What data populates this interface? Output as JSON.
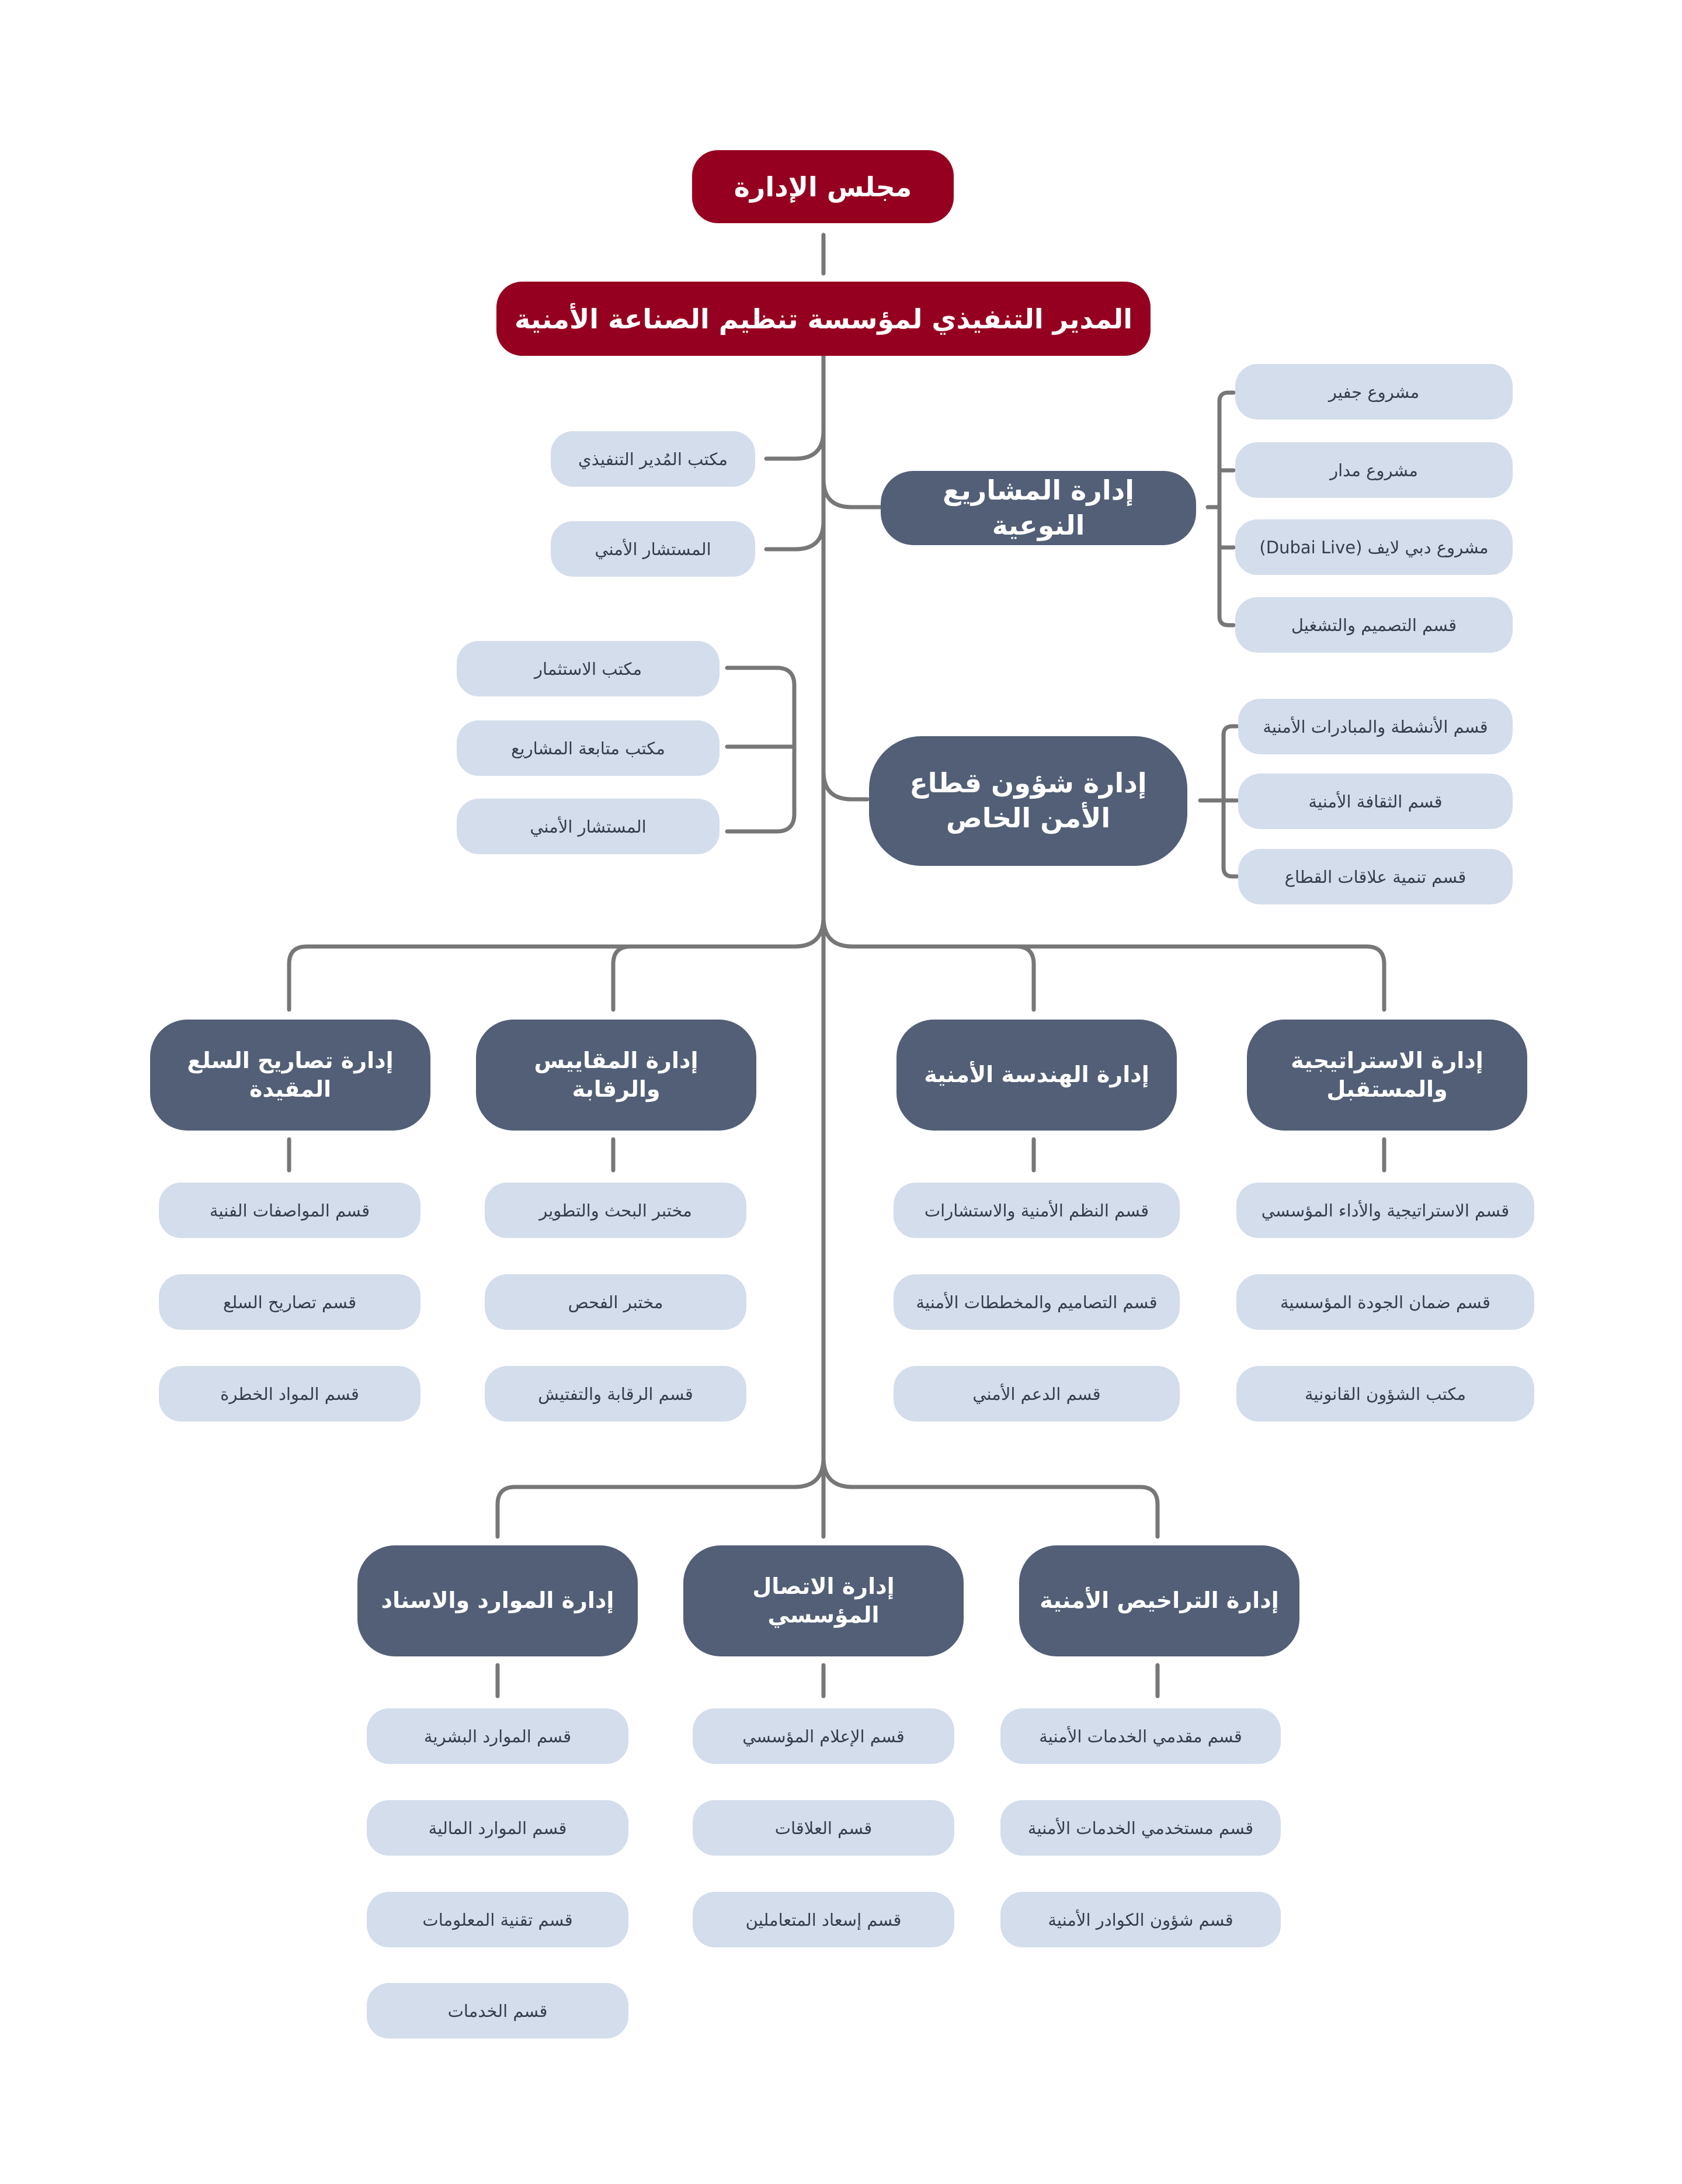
{
  "board": "مجلس الإدارة",
  "ceo": "المدير التنفيذي لمؤسسة تنظيم الصناعة الأمنية",
  "ceo_offices": [
    "مكتب المُدير التنفيذي",
    "المستشار الأمني"
  ],
  "special_projects": {
    "title": "إدارة المشاريع النوعية",
    "items": [
      "مشروع جفير",
      "مشروع مدار",
      "مشروع دبي لايف (Dubai Live)",
      "قسم التصميم والتشغيل"
    ]
  },
  "private_security": {
    "title": "إدارة شؤون قطاع الأمن الخاص",
    "offices": [
      "مكتب الاستثمار",
      "مكتب متابعة المشاريع",
      "المستشار الأمني"
    ],
    "items": [
      "قسم الأنشطة والمبادرات الأمنية",
      "قسم الثقافة الأمنية",
      "قسم تنمية علاقات القطاع"
    ]
  },
  "row1": [
    {
      "title": "إدارة تصاريح السلع المقيدة",
      "items": [
        "قسم المواصفات الفنية",
        "قسم تصاريح السلع",
        "قسم المواد الخطرة"
      ]
    },
    {
      "title": "إدارة المقاييس والرقابة",
      "items": [
        "مختبر البحث والتطوير",
        "مختبر الفحص",
        "قسم الرقابة والتفتيش"
      ]
    },
    {
      "title": "إدارة الهندسة الأمنية",
      "items": [
        "قسم النظم الأمنية والاستشارات",
        "قسم التصاميم والمخططات الأمنية",
        "قسم الدعم الأمني"
      ]
    },
    {
      "title": "إدارة الاستراتيجية والمستقبل",
      "items": [
        "قسم الاستراتيجية والأداء المؤسسي",
        "قسم ضمان الجودة المؤسسية",
        "مكتب الشؤون القانونية"
      ]
    }
  ],
  "row2": [
    {
      "title": "إدارة الموارد والاسناد",
      "items": [
        "قسم الموارد البشرية",
        "قسم الموارد المالية",
        "قسم تقنية المعلومات",
        "قسم الخدمات"
      ]
    },
    {
      "title": "إدارة الاتصال المؤسسي",
      "items": [
        "قسم الإعلام المؤسسي",
        "قسم العلاقات",
        "قسم إسعاد المتعاملين"
      ]
    },
    {
      "title": "إدارة التراخيص الأمنية",
      "items": [
        "قسم مقدمي الخدمات الأمنية",
        "قسم مستخدمي الخدمات الأمنية",
        "قسم شؤون الكوادر الأمنية"
      ]
    }
  ],
  "colors": {
    "red": "#960020",
    "dept": "#525f76",
    "sub": "#d3ddec",
    "line": "#777777"
  }
}
